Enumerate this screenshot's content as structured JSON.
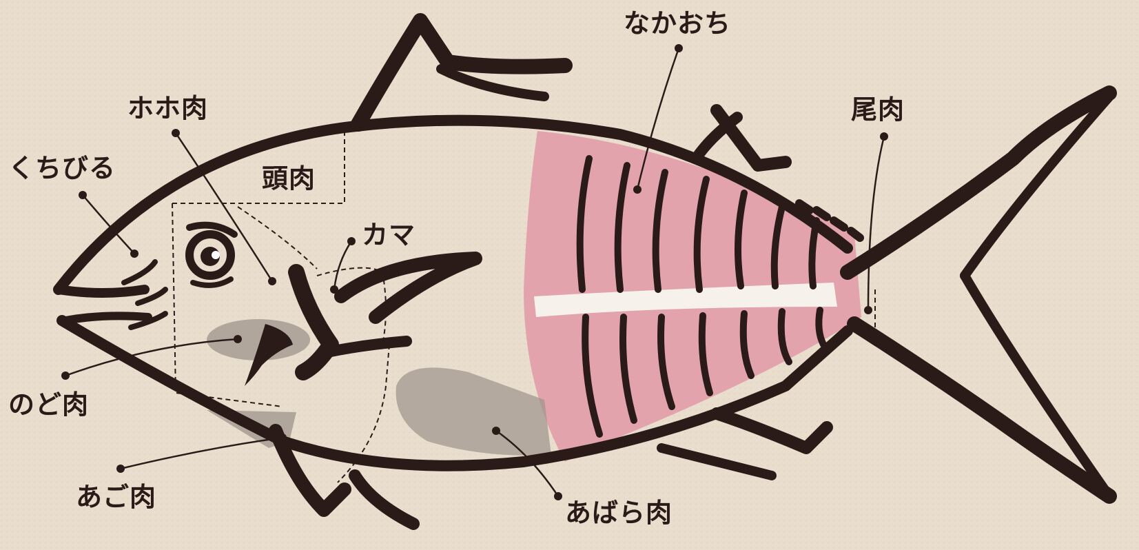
{
  "labels": {
    "nakaochi": "なかおち",
    "honiku": "ホホ肉",
    "kuchibiru": "くちびる",
    "atamaniku": "頭肉",
    "kama": "カマ",
    "oniku": "尾肉",
    "nodoniku": "のど肉",
    "agoniku": "あご肉",
    "abaraniku": "あばら肉"
  },
  "colors": {
    "background": "#e9ddcd",
    "ink": "#2a1b18",
    "meat_pink": "#e3a3ad",
    "bone": "#f6f1ea",
    "shaded_region": "#9c938b"
  }
}
